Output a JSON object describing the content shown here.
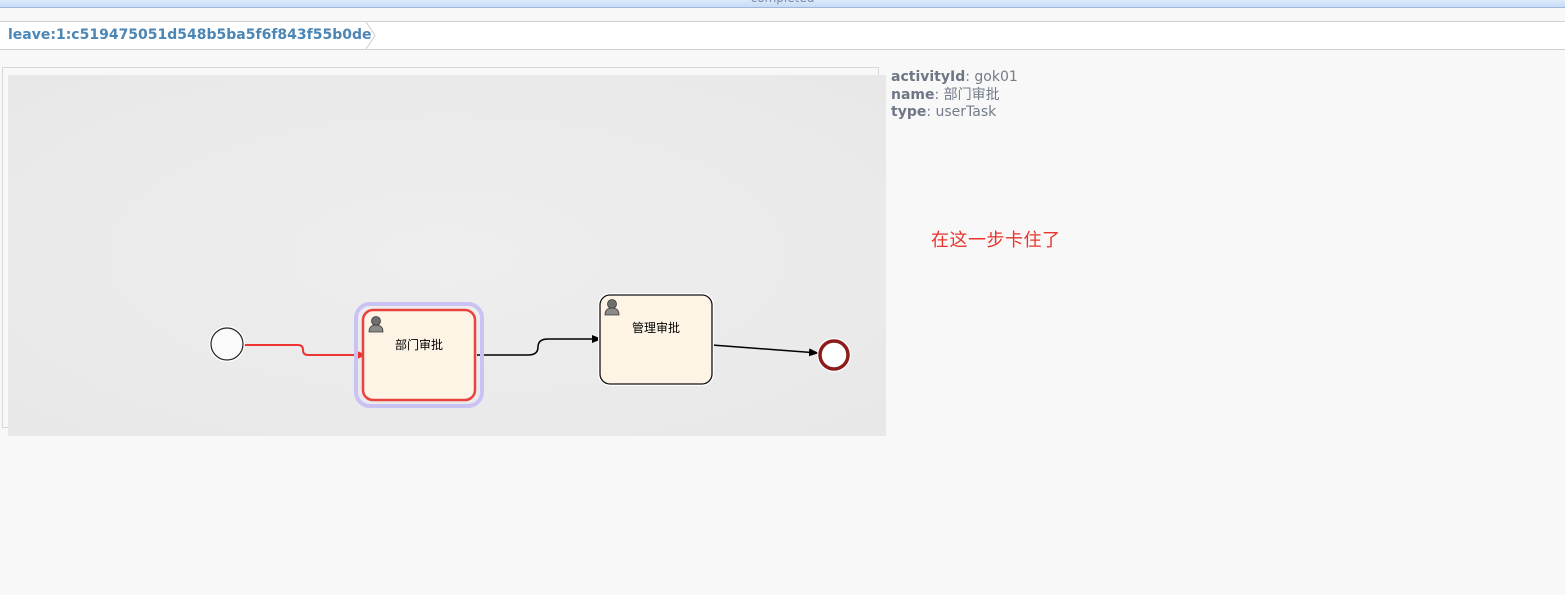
{
  "top_bar": {
    "label": "completed"
  },
  "breadcrumb": {
    "label": "leave:1:c519475051d548b5ba5f6f843f55b0de"
  },
  "diagram": {
    "tasks": [
      {
        "name": "部门审批",
        "state": "active"
      },
      {
        "name": "管理审批",
        "state": "pending"
      }
    ]
  },
  "info": {
    "activityId_key": "activityId",
    "activityId_value": "gok01",
    "name_key": "name",
    "name_value": "部门审批",
    "type_key": "type",
    "type_value": "userTask"
  },
  "annotation": "在这一步卡住了",
  "colors": {
    "active_flow": "#ee3333",
    "active_border": "#e8433f",
    "highlight_halo": "#c9c2f2",
    "task_fill": "#fdf4e6",
    "end_event": "#8c1c1c",
    "breadcrumb_text": "#4c86b5",
    "annotation": "#e8342c"
  }
}
